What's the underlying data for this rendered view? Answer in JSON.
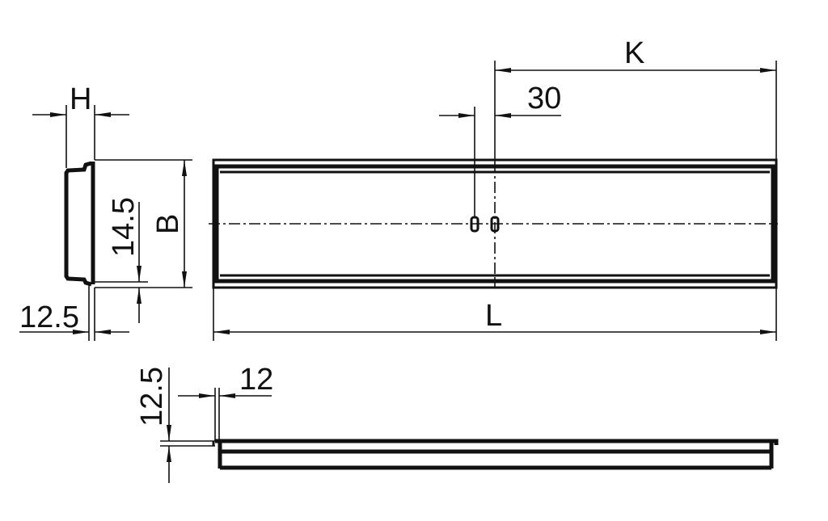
{
  "drawing": {
    "type": "technical-dimension-drawing",
    "subject": "linear drain channel / profile frame",
    "views": [
      "side-section",
      "top-view",
      "front-elevation"
    ]
  },
  "labels": {
    "H": "H",
    "B": "B",
    "dim_14_5": "14.5",
    "dim_12_5_side": "12.5",
    "K": "K",
    "dim_30": "30",
    "L": "L",
    "dim_12_5_front": "12.5",
    "dim_12": "12"
  },
  "colors": {
    "line": "#111111",
    "background": "#ffffff"
  }
}
